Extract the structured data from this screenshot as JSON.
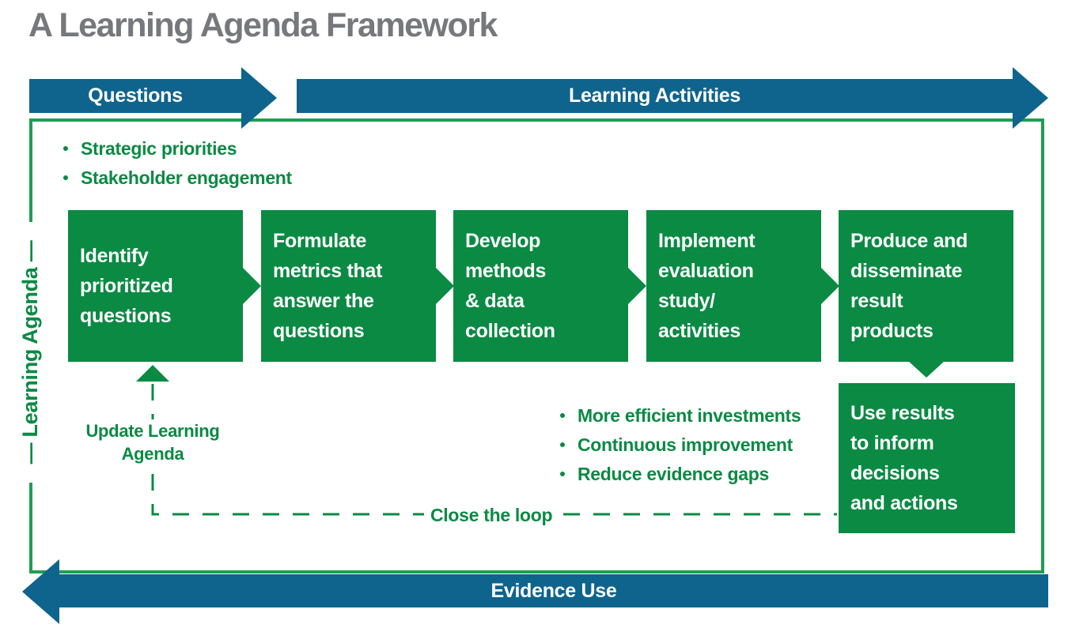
{
  "title": "A Learning Agenda Framework",
  "colors": {
    "blue": "#0E648D",
    "green": "#0A8A43",
    "border_green": "#1E9E52",
    "title_gray": "#77787B"
  },
  "top_arrows": {
    "questions": "Questions",
    "learning_activities": "Learning Activities"
  },
  "bottom_arrow": {
    "label": "Evidence Use"
  },
  "side_label": "—  Learning Agenda  —",
  "inputs_bullets": {
    "items": [
      "Strategic priorities",
      "Stakeholder engagement"
    ]
  },
  "process_steps": [
    {
      "text": "Identify\nprioritized\nquestions"
    },
    {
      "text": "Formulate\nmetrics that\nanswer the\nquestions"
    },
    {
      "text": "Develop\nmethods\n& data\ncollection"
    },
    {
      "text": "Implement\nevaluation\nstudy/\nactivities"
    },
    {
      "text": "Produce and\ndisseminate\nresult\nproducts"
    }
  ],
  "use_results_step": {
    "text": "Use results\nto inform\ndecisions\nand actions"
  },
  "feedback": {
    "update_label": "Update Learning\nAgenda",
    "close_loop_label": "Close the loop"
  },
  "outcome_bullets": {
    "items": [
      "More efficient investments",
      "Continuous improvement",
      "Reduce evidence gaps"
    ]
  },
  "icons": {
    "bullet": "dot",
    "step_connector": "triangle-right",
    "down_connector": "triangle-down",
    "update_connector": "triangle-up"
  }
}
